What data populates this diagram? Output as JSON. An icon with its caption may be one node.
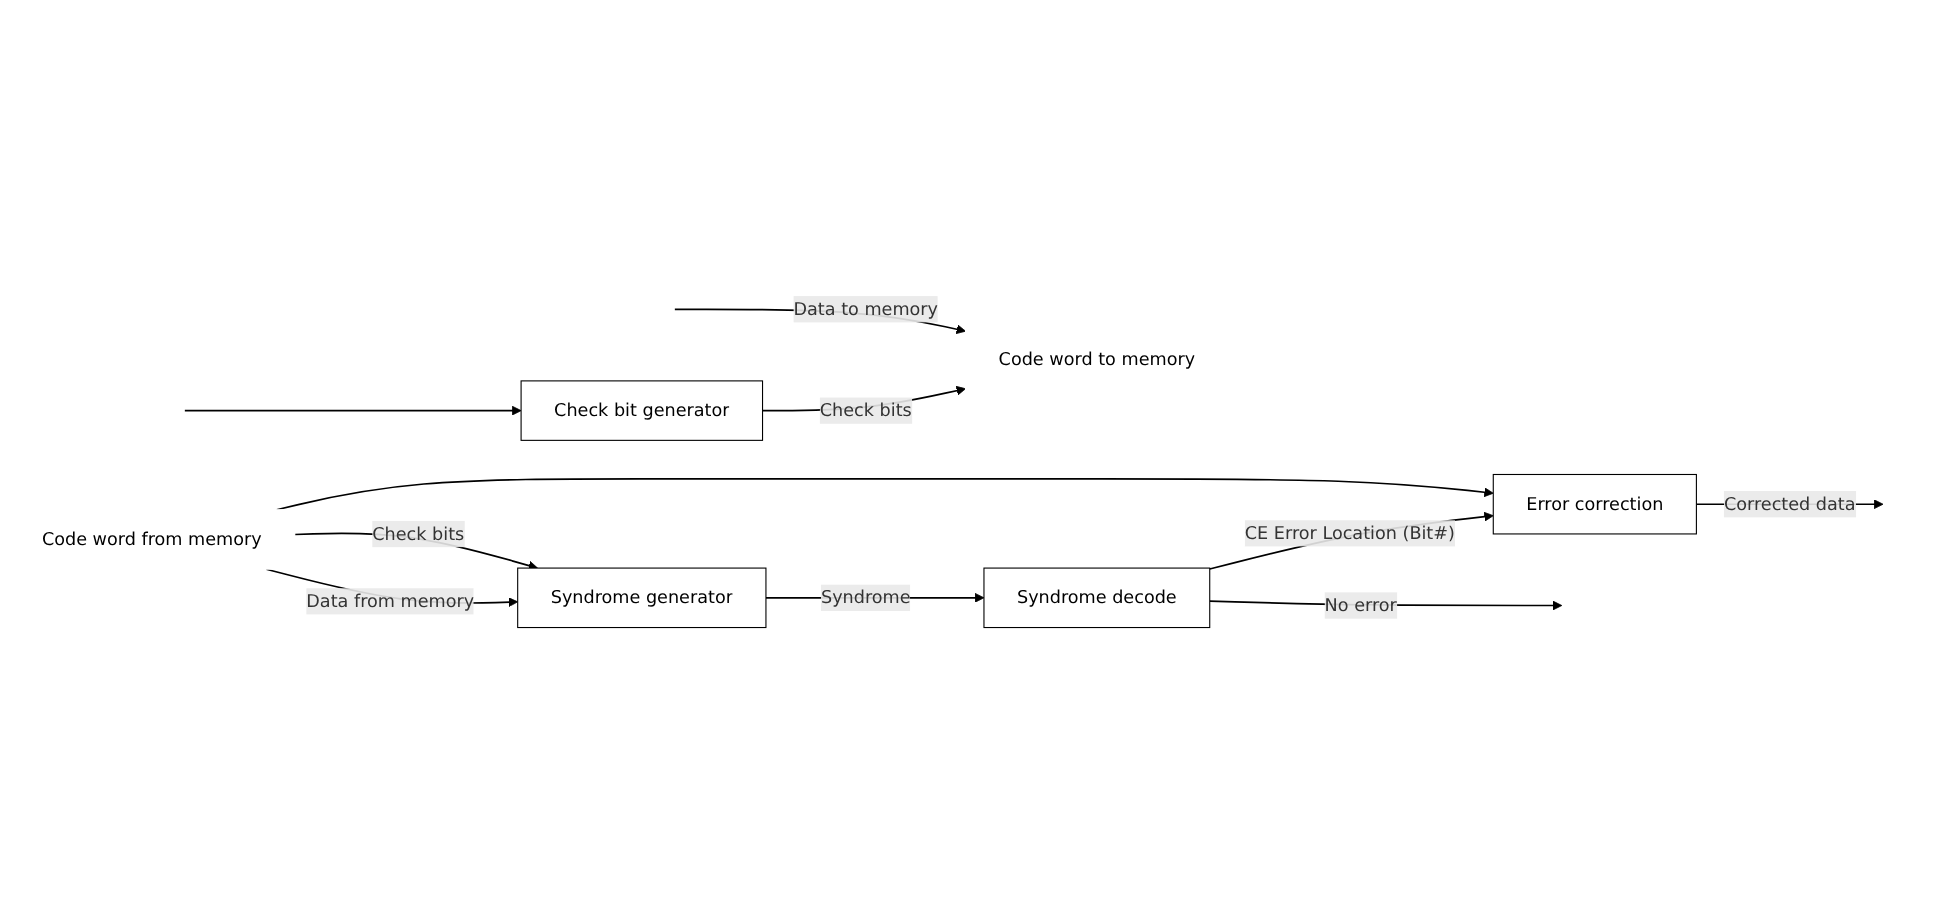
{
  "diagram": {
    "nodes": [
      {
        "text": [
          "Check bit generator"
        ]
      },
      {
        "text": [
          "Code word to memory"
        ]
      },
      {
        "text": [
          "Syndrome generator"
        ]
      },
      {
        "text": [
          "Syndrome decode"
        ]
      },
      {
        "text": [
          "Error correction"
        ]
      },
      {
        "text": [
          "Code word from memory"
        ]
      }
    ],
    "edges": [
      {
        "from": null,
        "to": 1,
        "arrow": "to",
        "label": "Data to memory"
      },
      {
        "from": null,
        "to": 0,
        "arrow": "to"
      },
      {
        "from": 0,
        "to": 1,
        "arrow": "to",
        "label": "Check bits"
      },
      {
        "from": 5,
        "to": 2,
        "arrow": "to",
        "label": "Check bits"
      },
      {
        "from": 5,
        "to": 2,
        "arrow": "to",
        "label": "Data from memory"
      },
      {
        "from": 5,
        "to": 4,
        "arrow": "to"
      },
      {
        "from": 2,
        "to": 3,
        "arrow": "to",
        "label": "Syndrome"
      },
      {
        "from": 3,
        "to": null,
        "arrow": "to",
        "label": "No error"
      },
      {
        "from": 3,
        "to": 4,
        "arrow": "to",
        "label": "CE Error Location (Bit#)"
      },
      {
        "from": 4,
        "to": null,
        "arrow": "to",
        "label": "Corrected data"
      }
    ]
  }
}
